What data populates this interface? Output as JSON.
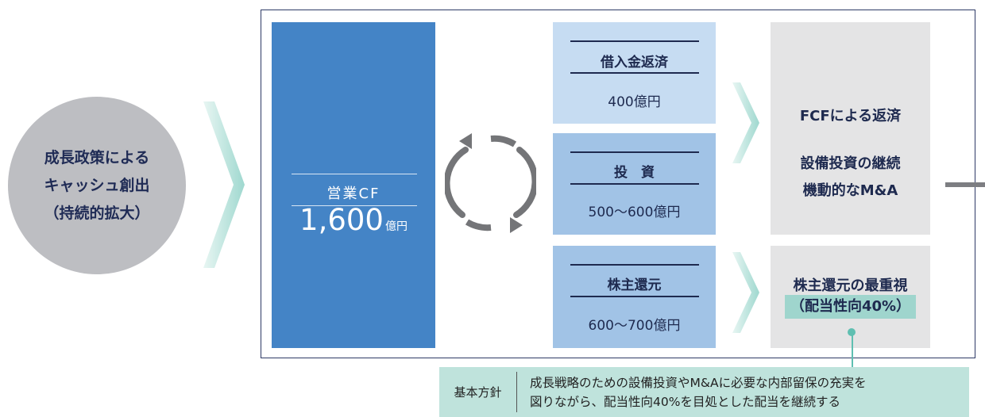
{
  "source": {
    "lines": [
      "成長政策による",
      "キャッシュ創出",
      "（持続的拡大）"
    ]
  },
  "operating_cf": {
    "label": "営業CF",
    "amount": "1,600",
    "unit": "億円"
  },
  "uses": [
    {
      "title": "借入金返済",
      "amount": "400億円"
    },
    {
      "title": "投　資",
      "amount": "500～600億円"
    },
    {
      "title": "株主還元",
      "amount": "600～700億円"
    }
  ],
  "outcomes": {
    "upper": {
      "line1": "FCFによる返済",
      "line2": "設備投資の継続",
      "line3": "機動的なM&A"
    },
    "lower": {
      "line1": "株主還元の最重視",
      "highlight": "（配当性向40%）"
    }
  },
  "policy": {
    "label": "基本方針",
    "lines": [
      "成長戦略のための設備投資やM&Aに必要な内部留保の充実を",
      "図りながら、配当性向40%を目処とした配当を継続する"
    ]
  },
  "colors": {
    "circle": "#bdbec2",
    "chevron": "#b7e2dc",
    "cf_block": "#4484c6",
    "use_light": "#c6dcf2",
    "use_mid": "#a1c3e6",
    "result": "#e4e4e5",
    "highlight": "#9fd5cd",
    "policy": "#bfe3dc",
    "cycle": "#747578"
  },
  "icons": {
    "cycle": "circular-arrows-icon",
    "chevron": "chevron-right-icon"
  }
}
